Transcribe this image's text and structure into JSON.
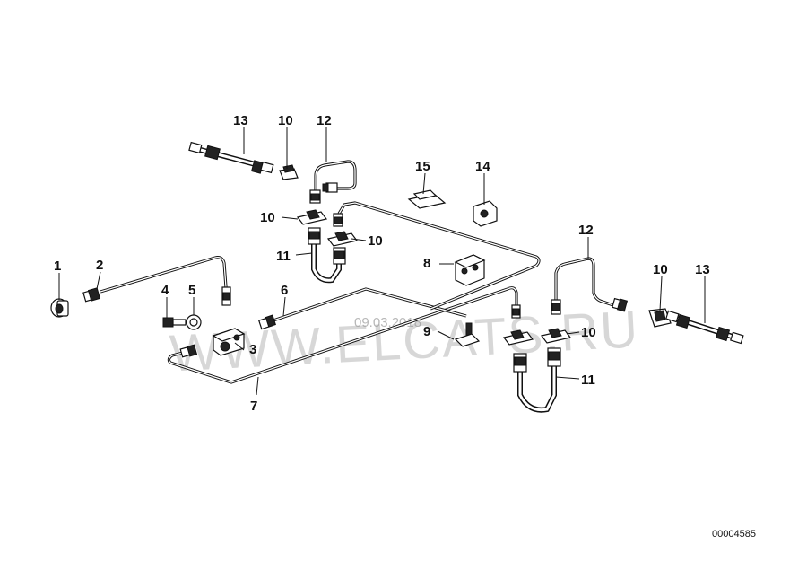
{
  "diagram": {
    "drawing_number": "00004585",
    "watermark": "WWW.ELCATS.RU",
    "watermark_date": "09.03.2018",
    "callouts": {
      "c1": "1",
      "c2": "2",
      "c3": "3",
      "c4": "4",
      "c5": "5",
      "c6": "6",
      "c7": "7",
      "c8": "8",
      "c9": "9",
      "c10_top": "10",
      "c10_upper_left": "10",
      "c10_upper_right": "10",
      "c10_right": "10",
      "c10_lower": "10",
      "c11_upper": "11",
      "c11_lower": "11",
      "c12_top": "12",
      "c12_right": "12",
      "c13_left": "13",
      "c13_right": "13",
      "c14": "14",
      "c15": "15"
    }
  }
}
